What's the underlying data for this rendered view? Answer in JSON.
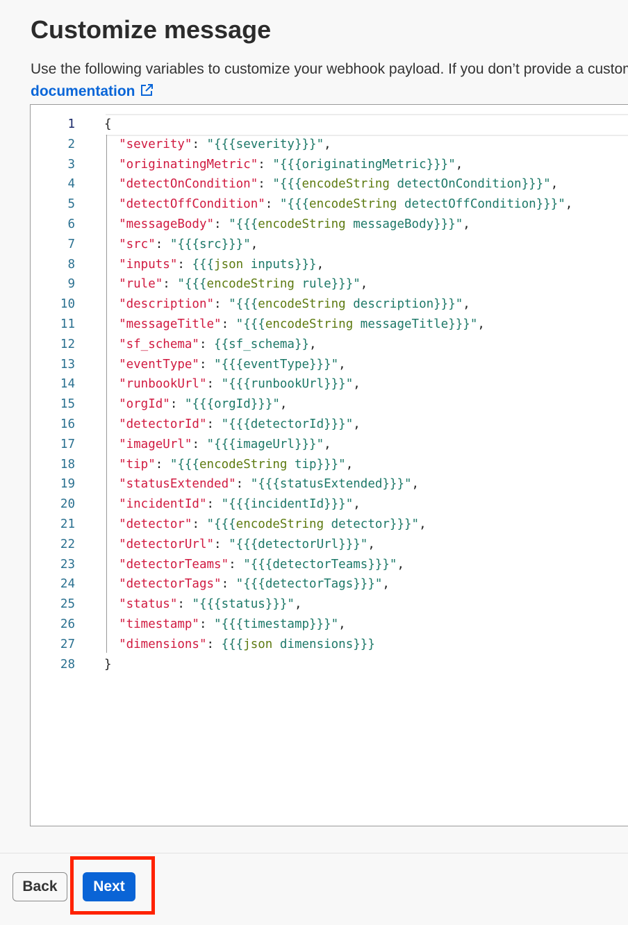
{
  "title": "Customize message",
  "description": "Use the following variables to customize your webhook payload. If you don’t provide a custom",
  "doc_link": "documentation",
  "colors": {
    "key": "#d01a40",
    "value": "#1d7868",
    "helper": "#5d7a10",
    "primary": "#0a64d6",
    "highlight": "#ff2200"
  },
  "editor": {
    "open": "{",
    "close": "}",
    "lines": [
      {
        "key": "severity",
        "q": true,
        "b": 3,
        "var": "severity"
      },
      {
        "key": "originatingMetric",
        "q": true,
        "b": 3,
        "var": "originatingMetric"
      },
      {
        "key": "detectOnCondition",
        "q": true,
        "b": 3,
        "helper": "encodeString",
        "var": "detectOnCondition"
      },
      {
        "key": "detectOffCondition",
        "q": true,
        "b": 3,
        "helper": "encodeString",
        "var": "detectOffCondition"
      },
      {
        "key": "messageBody",
        "q": true,
        "b": 3,
        "helper": "encodeString",
        "var": "messageBody"
      },
      {
        "key": "src",
        "q": true,
        "b": 3,
        "var": "src"
      },
      {
        "key": "inputs",
        "q": false,
        "b": 3,
        "helper": "json",
        "var": "inputs"
      },
      {
        "key": "rule",
        "q": true,
        "b": 3,
        "helper": "encodeString",
        "var": "rule"
      },
      {
        "key": "description",
        "q": true,
        "b": 3,
        "helper": "encodeString",
        "var": "description"
      },
      {
        "key": "messageTitle",
        "q": true,
        "b": 3,
        "helper": "encodeString",
        "var": "messageTitle"
      },
      {
        "key": "sf_schema",
        "q": false,
        "b": 2,
        "var": "sf_schema"
      },
      {
        "key": "eventType",
        "q": true,
        "b": 3,
        "var": "eventType"
      },
      {
        "key": "runbookUrl",
        "q": true,
        "b": 3,
        "var": "runbookUrl"
      },
      {
        "key": "orgId",
        "q": true,
        "b": 3,
        "var": "orgId"
      },
      {
        "key": "detectorId",
        "q": true,
        "b": 3,
        "var": "detectorId"
      },
      {
        "key": "imageUrl",
        "q": true,
        "b": 3,
        "var": "imageUrl"
      },
      {
        "key": "tip",
        "q": true,
        "b": 3,
        "helper": "encodeString",
        "var": "tip"
      },
      {
        "key": "statusExtended",
        "q": true,
        "b": 3,
        "var": "statusExtended"
      },
      {
        "key": "incidentId",
        "q": true,
        "b": 3,
        "var": "incidentId"
      },
      {
        "key": "detector",
        "q": true,
        "b": 3,
        "helper": "encodeString",
        "var": "detector"
      },
      {
        "key": "detectorUrl",
        "q": true,
        "b": 3,
        "var": "detectorUrl"
      },
      {
        "key": "detectorTeams",
        "q": true,
        "b": 3,
        "var": "detectorTeams"
      },
      {
        "key": "detectorTags",
        "q": true,
        "b": 3,
        "var": "detectorTags"
      },
      {
        "key": "status",
        "q": true,
        "b": 3,
        "var": "status"
      },
      {
        "key": "timestamp",
        "q": true,
        "b": 3,
        "var": "timestamp"
      },
      {
        "key": "dimensions",
        "q": false,
        "b": 3,
        "helper": "json",
        "var": "dimensions",
        "last": true
      }
    ]
  },
  "buttons": {
    "back": "Back",
    "next": "Next"
  }
}
